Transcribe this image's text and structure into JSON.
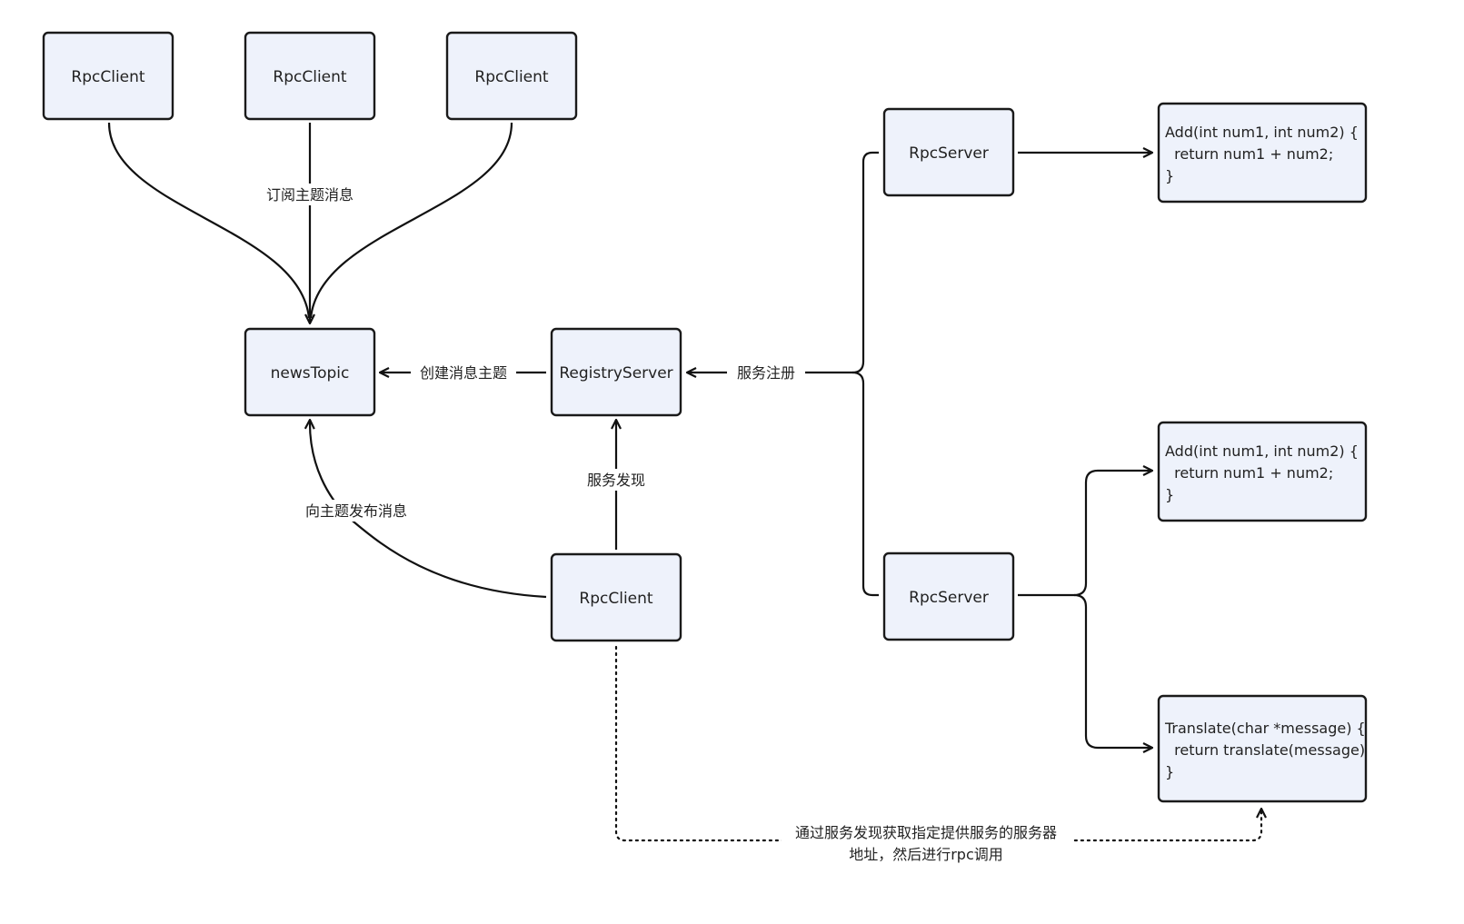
{
  "nodes": {
    "client_top_1": "RpcClient",
    "client_top_2": "RpcClient",
    "client_top_3": "RpcClient",
    "news_topic": "newsTopic",
    "registry_server": "RegistryServer",
    "client_bottom": "RpcClient",
    "rpc_server_1": "RpcServer",
    "rpc_server_2": "RpcServer"
  },
  "code_blocks": {
    "add_1": [
      "Add(int num1, int num2) {",
      "  return num1 + num2;",
      "}"
    ],
    "add_2": [
      "Add(int num1, int num2) {",
      "  return num1 + num2;",
      "}"
    ],
    "translate": [
      "Translate(char *message) {",
      "  return translate(message)",
      "}"
    ]
  },
  "edge_labels": {
    "subscribe": "订阅主题消息",
    "create_topic": "创建消息主题",
    "register": "服务注册",
    "discover": "服务发现",
    "publish": "向主题发布消息",
    "rpc_call_line1": "通过服务发现获取指定提供服务的服务器",
    "rpc_call_line2": "地址，然后进行rpc调用"
  }
}
